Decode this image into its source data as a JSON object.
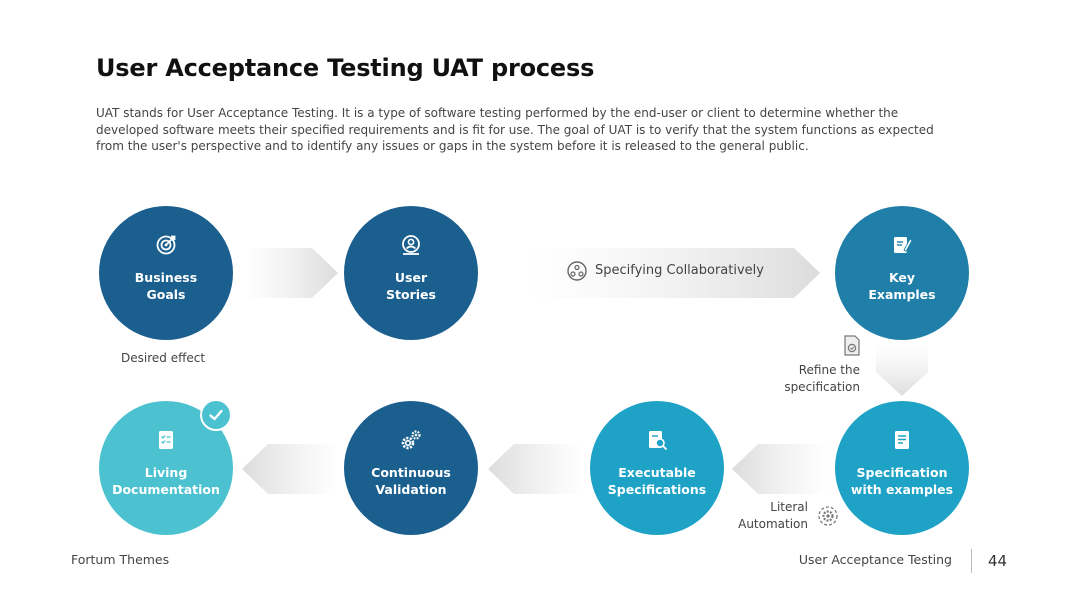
{
  "slide": {
    "title": "User Acceptance Testing UAT process",
    "description": "UAT stands for User Acceptance Testing. It is a type of software testing performed by the end-user or client to determine whether the developed software meets their specified requirements and is fit for use. The goal of UAT is to verify that the system functions as expected from the user's perspective and to identify any issues or gaps in the system before it is released to the general public."
  },
  "steps": {
    "business_goals": {
      "label": "Business\nGoals",
      "icon": "target-icon"
    },
    "user_stories": {
      "label": "User\nStories",
      "icon": "user-search-icon"
    },
    "key_examples": {
      "label": "Key\nExamples",
      "icon": "edit-document-icon"
    },
    "spec_examples": {
      "label": "Specification\nwith examples",
      "icon": "document-list-icon"
    },
    "exec_specs": {
      "label": "Executable\nSpecifications",
      "icon": "document-search-icon"
    },
    "cont_validation": {
      "label": "Continuous\nValidation",
      "icon": "gears-icon"
    },
    "living_doc": {
      "label": "Living\nDocumentation",
      "icon": "checklist-icon"
    }
  },
  "notes": {
    "desired_effect": "Desired effect",
    "specifying": "Specifying Collaboratively",
    "refine": "Refine the\nspecification",
    "literal": "Literal\nAutomation"
  },
  "footer": {
    "brand": "Fortum Themes",
    "section": "User Acceptance Testing",
    "page": "44"
  },
  "colors": {
    "dark_blue": "#1b5f8f",
    "mid_blue": "#1f7fa8",
    "cyan": "#1ea2c6",
    "teal": "#4cc1cf"
  }
}
